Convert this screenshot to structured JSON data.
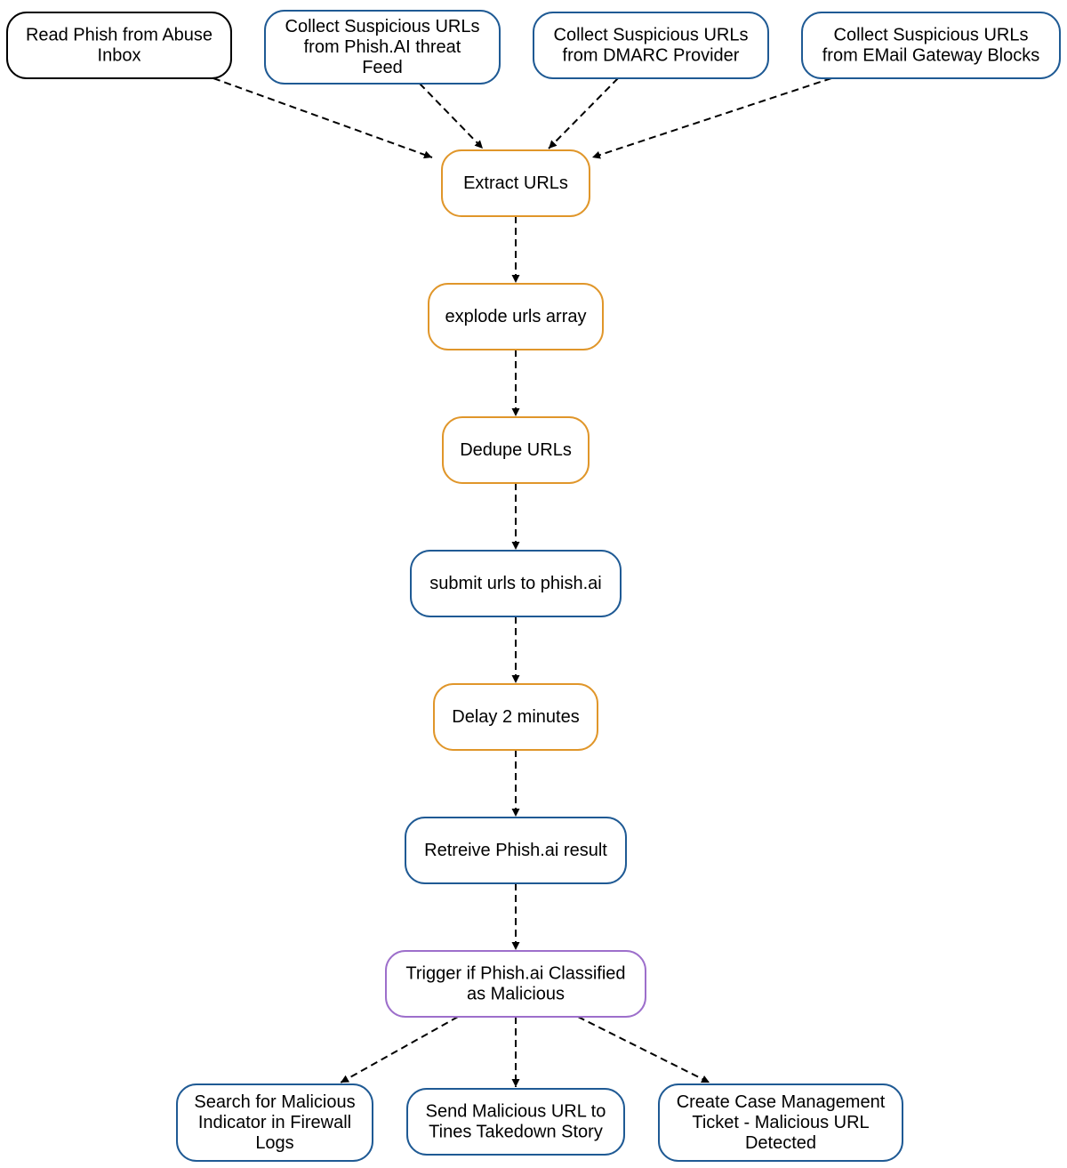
{
  "nodes": [
    {
      "id": "read_phish",
      "lines": [
        "Read Phish from Abuse",
        "Inbox"
      ],
      "color": "#000000"
    },
    {
      "id": "collect_phishai",
      "lines": [
        "Collect Suspicious URLs",
        "from Phish.AI threat",
        "Feed"
      ],
      "color": "#1f5a94"
    },
    {
      "id": "collect_dmarc",
      "lines": [
        "Collect Suspicious URLs",
        "from DMARC Provider"
      ],
      "color": "#1f5a94"
    },
    {
      "id": "collect_gateway",
      "lines": [
        "Collect Suspicious URLs",
        "from EMail Gateway Blocks"
      ],
      "color": "#1f5a94"
    },
    {
      "id": "extract_urls",
      "lines": [
        "Extract URLs"
      ],
      "color": "#e0962a"
    },
    {
      "id": "explode_urls",
      "lines": [
        "explode urls array"
      ],
      "color": "#e0962a"
    },
    {
      "id": "dedupe_urls",
      "lines": [
        "Dedupe URLs"
      ],
      "color": "#e0962a"
    },
    {
      "id": "submit_urls",
      "lines": [
        "submit urls to phish.ai"
      ],
      "color": "#1f5a94"
    },
    {
      "id": "delay",
      "lines": [
        "Delay 2 minutes"
      ],
      "color": "#e0962a"
    },
    {
      "id": "retrieve_result",
      "lines": [
        "Retreive Phish.ai result"
      ],
      "color": "#1f5a94"
    },
    {
      "id": "trigger_malicious",
      "lines": [
        "Trigger if Phish.ai Classified",
        "as Malicious"
      ],
      "color": "#9d6fcb"
    },
    {
      "id": "search_firewall",
      "lines": [
        "Search for Malicious",
        "Indicator in Firewall",
        "Logs"
      ],
      "color": "#1f5a94"
    },
    {
      "id": "send_takedown",
      "lines": [
        "Send Malicious URL to",
        "Tines Takedown Story"
      ],
      "color": "#1f5a94"
    },
    {
      "id": "create_ticket",
      "lines": [
        "Create Case Management",
        "Ticket - Malicious URL",
        "Detected"
      ],
      "color": "#1f5a94"
    }
  ],
  "edges": [
    {
      "from": "read_phish",
      "to": "extract_urls"
    },
    {
      "from": "collect_phishai",
      "to": "extract_urls"
    },
    {
      "from": "collect_dmarc",
      "to": "extract_urls"
    },
    {
      "from": "collect_gateway",
      "to": "extract_urls"
    },
    {
      "from": "extract_urls",
      "to": "explode_urls"
    },
    {
      "from": "explode_urls",
      "to": "dedupe_urls"
    },
    {
      "from": "dedupe_urls",
      "to": "submit_urls"
    },
    {
      "from": "submit_urls",
      "to": "delay"
    },
    {
      "from": "delay",
      "to": "retrieve_result"
    },
    {
      "from": "retrieve_result",
      "to": "trigger_malicious"
    },
    {
      "from": "trigger_malicious",
      "to": "search_firewall"
    },
    {
      "from": "trigger_malicious",
      "to": "send_takedown"
    },
    {
      "from": "trigger_malicious",
      "to": "create_ticket"
    }
  ]
}
